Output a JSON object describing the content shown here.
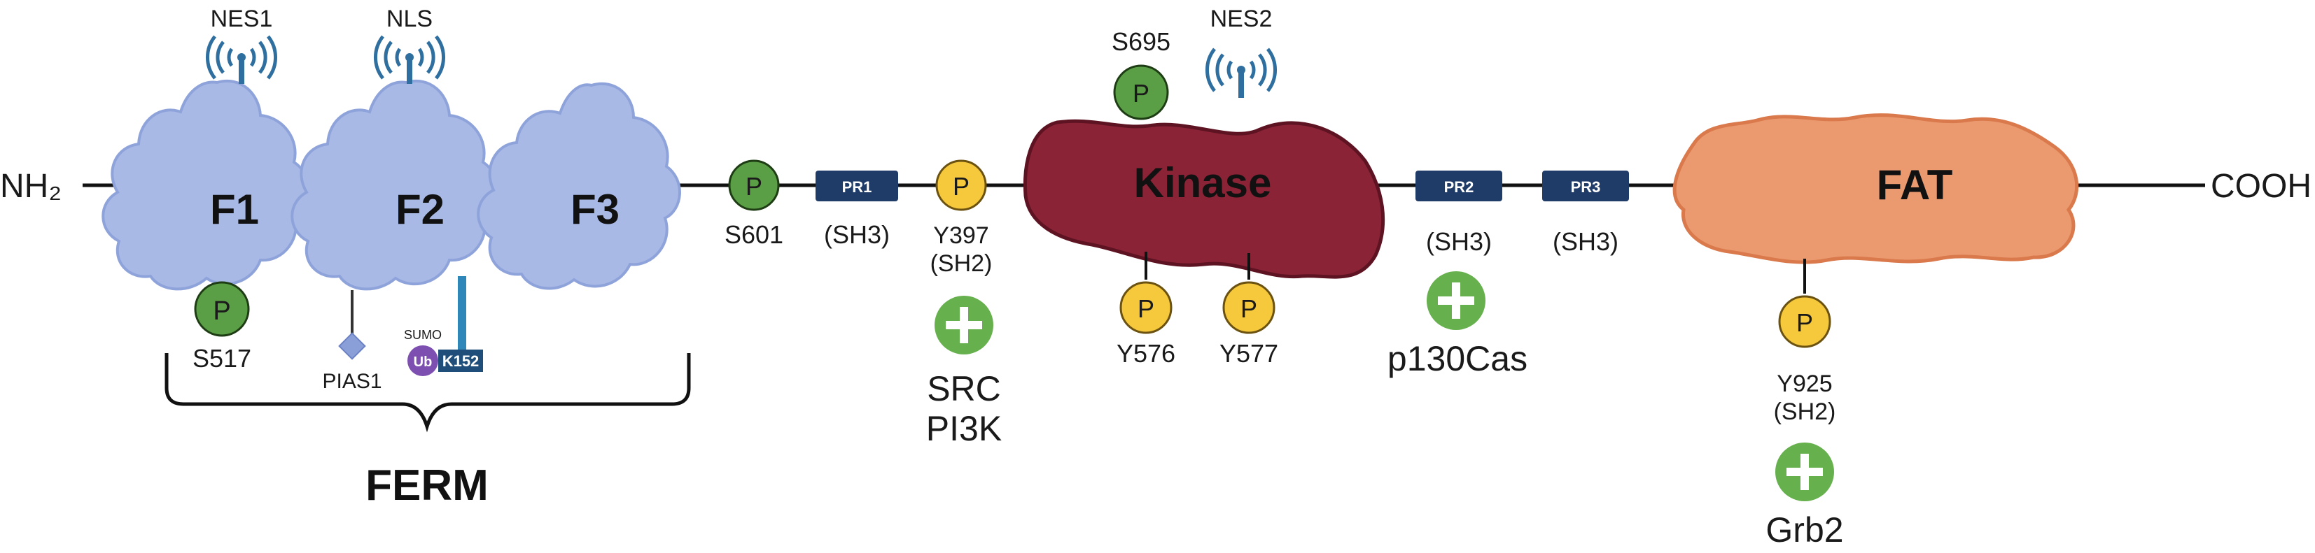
{
  "termini": {
    "n_term": "NH₂",
    "c_term": "COOH"
  },
  "ferm": {
    "group_label": "FERM",
    "lobes": [
      {
        "label": "F1",
        "signal": "NES1"
      },
      {
        "label": "F2",
        "signal": "NLS"
      },
      {
        "label": "F3"
      }
    ],
    "s517": "S517",
    "pias1": "PIAS1",
    "sumo": "SUMO",
    "ub": "Ub",
    "k152": "K152"
  },
  "linker1": {
    "s601": "S601",
    "pr1": "PR1",
    "pr1_binding": "(SH3)",
    "y397": "Y397",
    "y397_binding": "(SH2)",
    "y397_partners": [
      "SRC",
      "PI3K"
    ]
  },
  "kinase": {
    "label": "Kinase",
    "signal": "NES2",
    "s695": "S695",
    "y576": "Y576",
    "y577": "Y577"
  },
  "linker2": {
    "pr2": "PR2",
    "pr2_binding": "(SH3)",
    "pr2_partner": "p130Cas",
    "pr3": "PR3",
    "pr3_binding": "(SH3)"
  },
  "fat": {
    "label": "FAT",
    "y925": "Y925",
    "y925_binding": "(SH2)",
    "y925_partner": "Grb2"
  },
  "phospho_symbol": "P",
  "colors": {
    "ferm": "#a9b9e6",
    "ferm_edge": "#8fa3db",
    "kinase": "#8a2336",
    "kinase_edge": "#5e1322",
    "fat": "#eb9a70",
    "fat_edge": "#d9794c",
    "pr_box": "#1f3b67",
    "phospho_ser": "#5a9e46",
    "phospho_tyr": "#f6c93c",
    "plus": "#67b04e",
    "antenna": "#2f6f9f",
    "ub": "#7c4fb0",
    "k152": "#1f4e7a"
  }
}
